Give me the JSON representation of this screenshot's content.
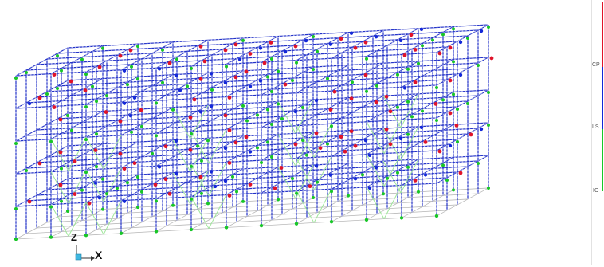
{
  "viewport": {
    "colors": {
      "frame_beam": "#2231c8",
      "frame_tick": "#ffffff",
      "brace": "#9ee69a",
      "grid_line": "#b9b9b9",
      "hinge_cp": "#e0142a",
      "hinge_ls": "#1428d8",
      "hinge_io": "#18c628"
    }
  },
  "legend": {
    "labels": {
      "cp": "CP",
      "ls": "LS",
      "io": "IO"
    },
    "colors": {
      "cp": "#e0142a",
      "ls": "#1428d8",
      "io": "#18c628"
    }
  },
  "axis_triad": {
    "z_label": "Z",
    "x_label": "X"
  }
}
